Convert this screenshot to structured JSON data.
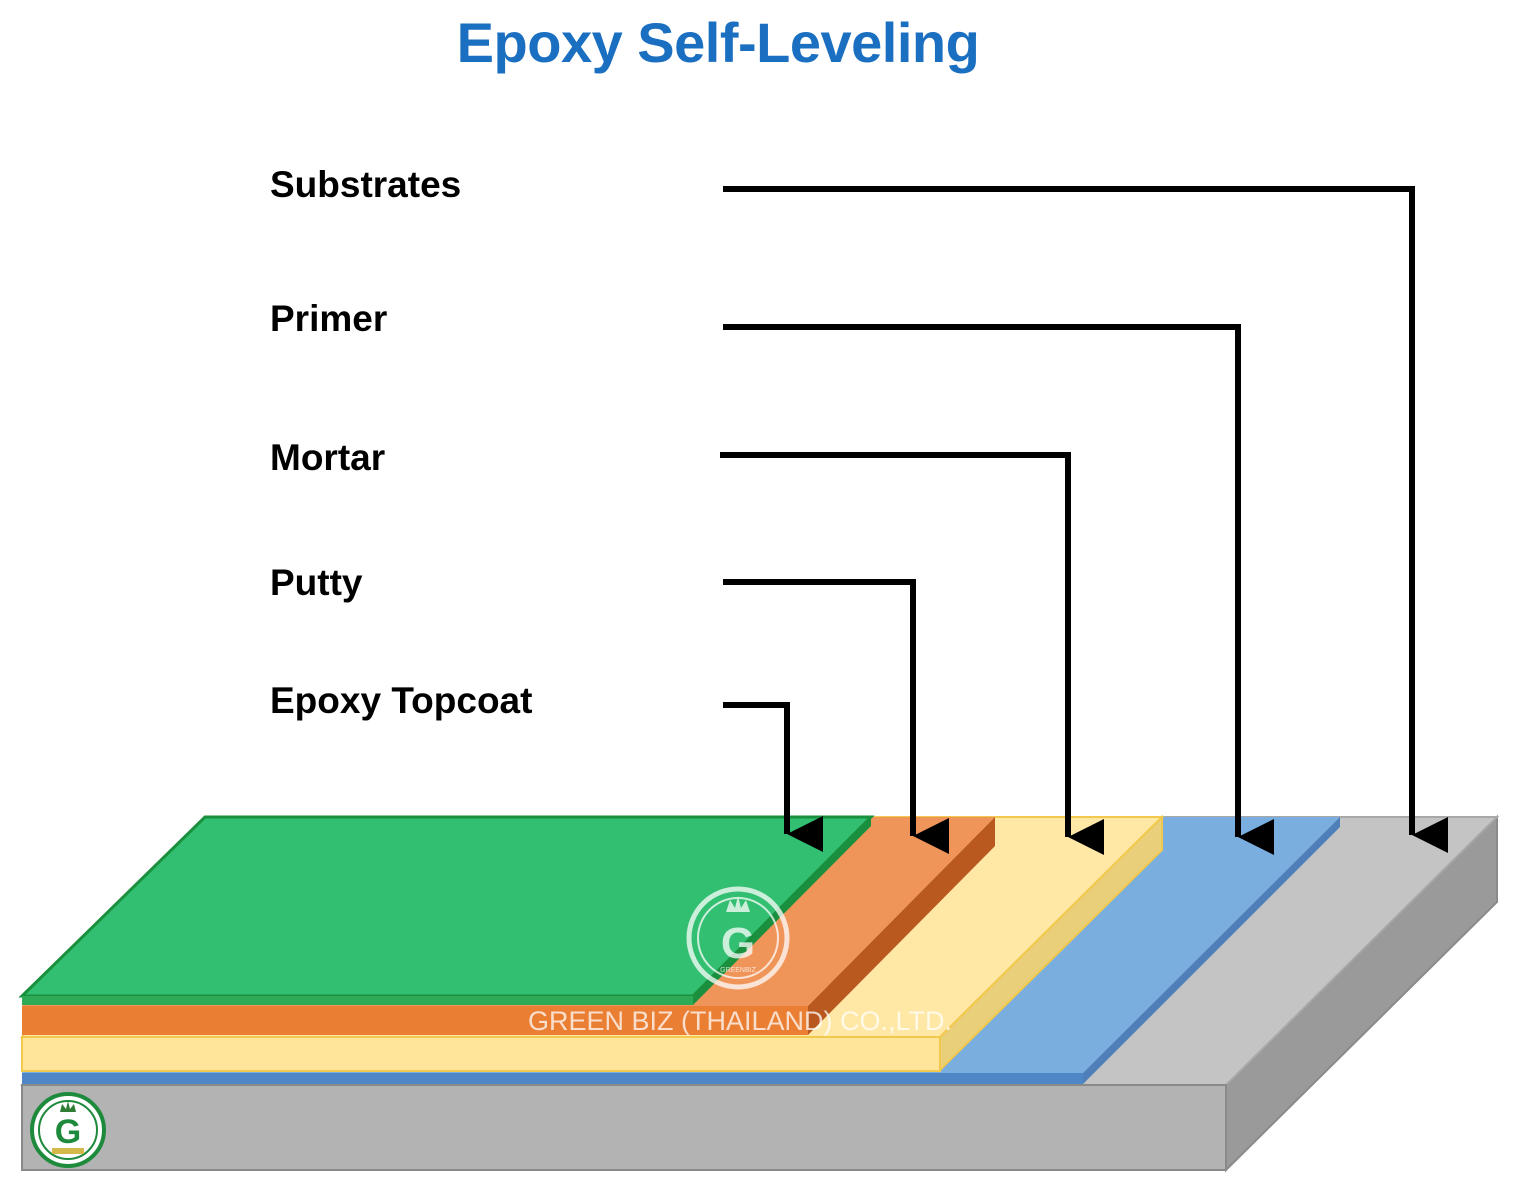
{
  "title": "Epoxy Self-Leveling",
  "labels": {
    "substrates": "Substrates",
    "primer": "Primer",
    "mortar": "Mortar",
    "putty": "Putty",
    "topcoat": "Epoxy Topcoat"
  },
  "watermark": {
    "logo_letter": "G",
    "logo_subtext": "GREENBIZ",
    "company": "GREEN BIZ (THAILAND) CO.,LTD."
  },
  "colors": {
    "title": "#1b6fc0",
    "topcoat": "#33bf72",
    "putty": "#f0955a",
    "mortar": "#ffe7a6",
    "primer": "#7aaede",
    "substrate": "#c4c4c4",
    "logo_green": "#1e8a3c"
  }
}
